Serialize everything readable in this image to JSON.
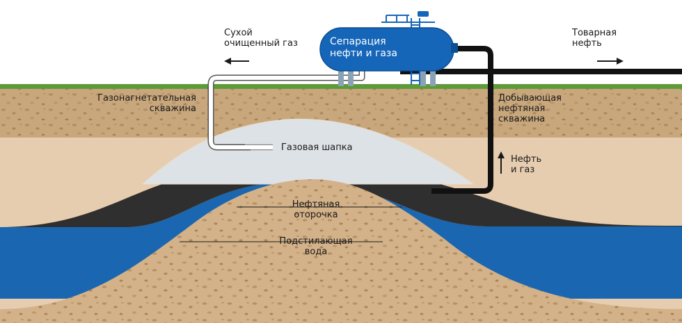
{
  "labels": {
    "dry_gas": {
      "line1": "Сухой",
      "line2": "очищенный газ"
    },
    "commercial_oil": {
      "line1": "Товарная",
      "line2": "нефть"
    },
    "separation": {
      "line1": "Сепарация",
      "line2": "нефти и газа"
    },
    "injection_well": {
      "line1": "Газонагнетательная",
      "line2": "скважина"
    },
    "production_well": {
      "line1": "Добывающая",
      "line2": "нефтяная",
      "line3": "скважина"
    },
    "gas_cap": "Газовая шапка",
    "oil_and_gas": {
      "line1": "Нефть",
      "line2": "и газ"
    },
    "oil_rim": {
      "line1": "Нефтяная",
      "line2": "оторочка"
    },
    "underlying_water": {
      "line1": "Подстилающая",
      "line2": "вода"
    }
  },
  "colors": {
    "grass": "#5f9a3a",
    "upper_soil": "#c9a77c",
    "lower_soil": "#e6cdaf",
    "gas_cap": "#dde2e6",
    "oil_layer": "#2f2f2f",
    "water": "#1b66b0",
    "sand": "#d3b289",
    "tank": "#1565b8",
    "gas_pipe": "#ffffff",
    "oil_pipe": "#111111"
  },
  "icons": [
    "arrow-left-icon",
    "arrow-right-icon",
    "arrow-up-icon",
    "separator-tank-icon"
  ]
}
